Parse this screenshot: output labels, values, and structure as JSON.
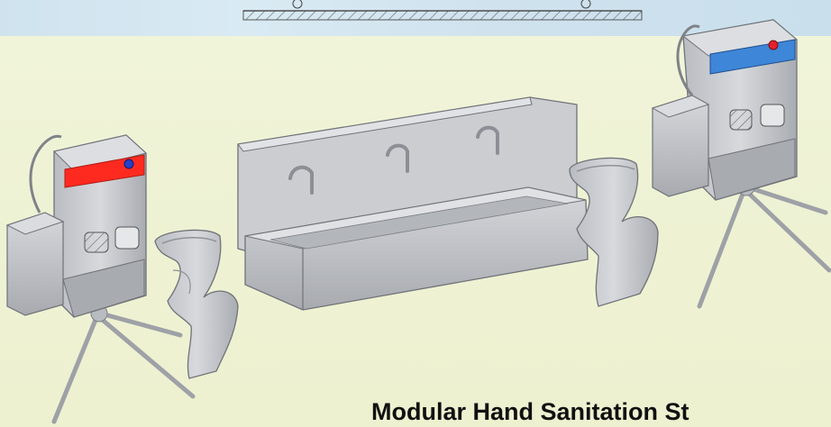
{
  "caption": "Modular Hand Sanitation St",
  "components": [
    "turnstile-left",
    "dryer-left",
    "trough-sink",
    "dryer-right",
    "turnstile-right"
  ],
  "colors": {
    "left_band": "#ff2a1f",
    "left_button": "#2440c9",
    "right_band": "#3d86d8",
    "right_button": "#e2212a",
    "metal": "#c9cbcf",
    "metal_dark": "#9fa2a7"
  }
}
